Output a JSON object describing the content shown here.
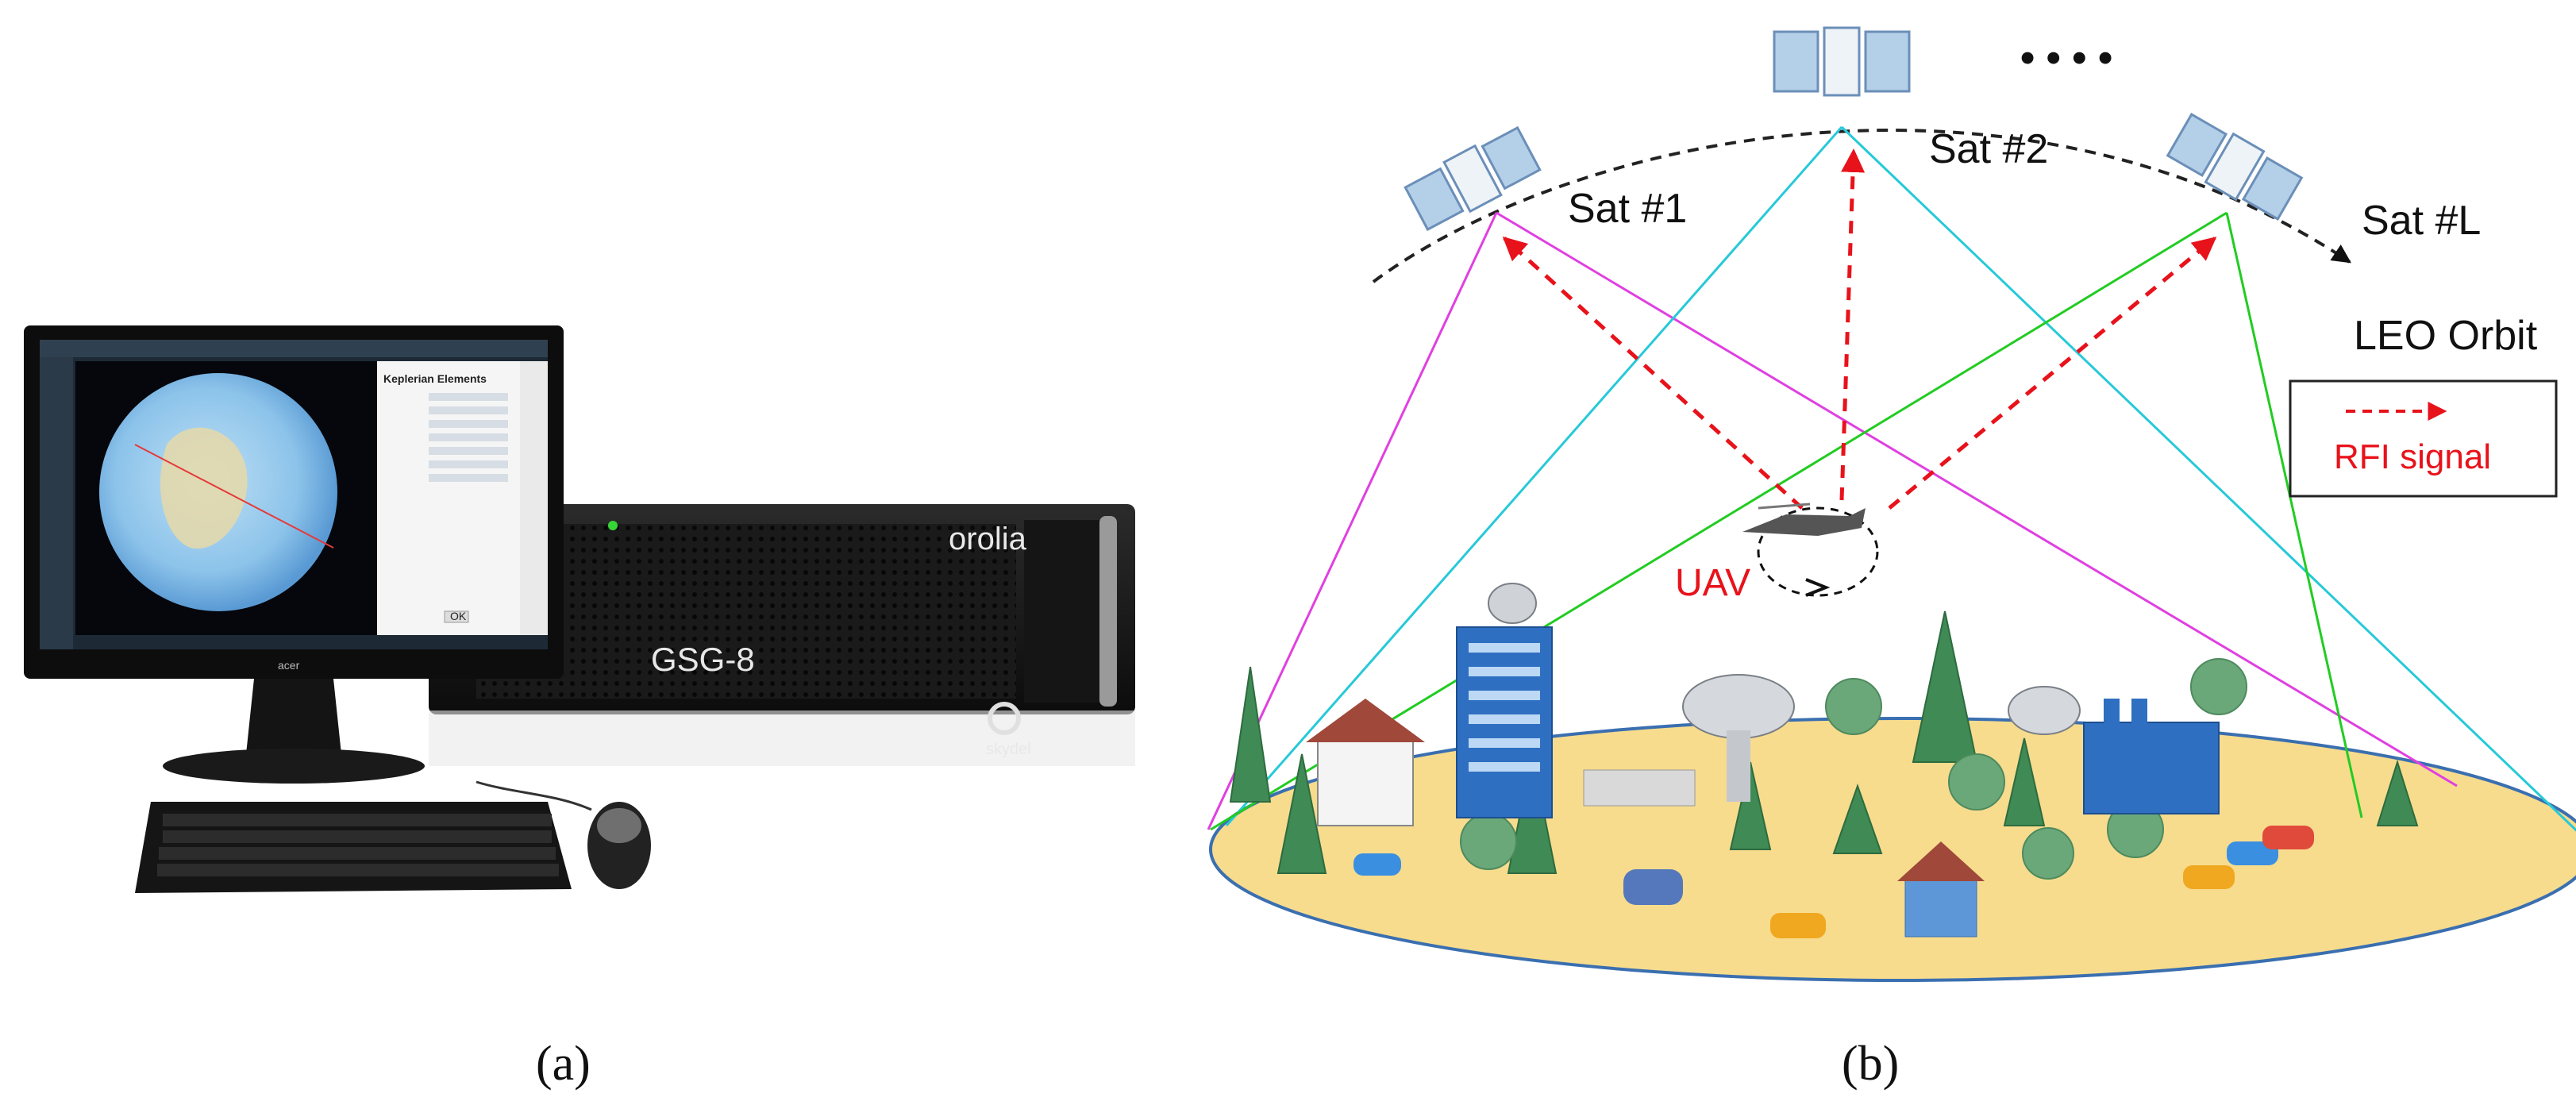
{
  "panel_a": {
    "label": "(a)",
    "device_name": "GSG-8",
    "device_brand": "orolia",
    "device_sub_brand": "skydel",
    "monitor_brand": "acer",
    "screen_dialog_title": "Keplerian Elements",
    "screen_dialog_button": "OK"
  },
  "panel_b": {
    "label": "(b)",
    "satellites": [
      {
        "label": "Sat #1"
      },
      {
        "label": "Sat #2"
      },
      {
        "label": "Sat #L"
      }
    ],
    "ellipsis": "• • • •",
    "orbit_label": "LEO Orbit",
    "uav_label": "UAV",
    "legend": {
      "text": "RFI signal"
    },
    "colors": {
      "rfi": "#e8121b",
      "sat1_beam": "#e040e0",
      "sat2_beam": "#27c9d8",
      "satL_beam": "#22cc22",
      "ground_fill": "#f7dc8e",
      "ground_edge": "#3a6fb0"
    }
  }
}
